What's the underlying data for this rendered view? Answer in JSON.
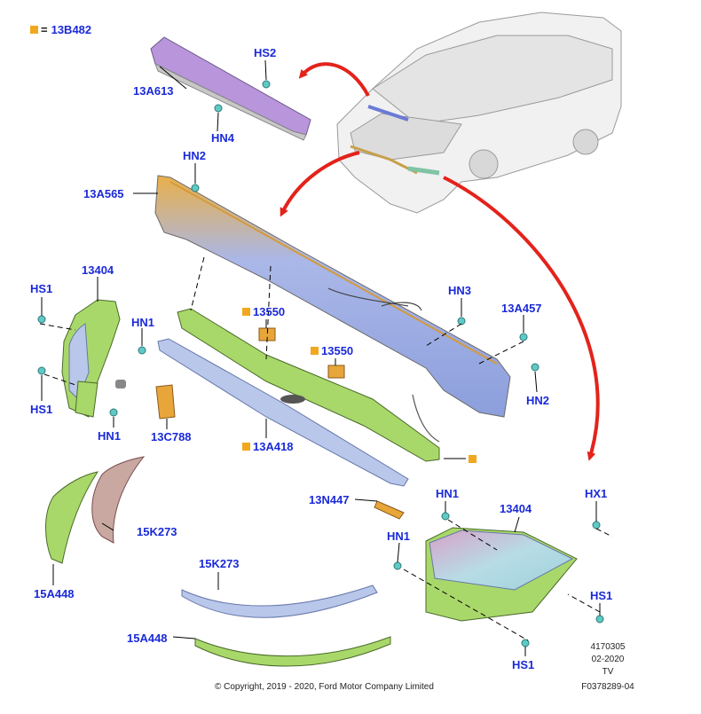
{
  "legend": {
    "symbol": "=",
    "code": "13B482"
  },
  "labels": {
    "hs2": "HS2",
    "n13a613": "13A613",
    "hn4": "HN4",
    "hn2_top": "HN2",
    "n13a565": "13A565",
    "n13404_left": "13404",
    "hs1_left_top": "HS1",
    "hn1_left": "HN1",
    "hs1_left_bottom": "HS1",
    "hn1_left_bottom": "HN1",
    "n13550_a": "13550",
    "n13550_b": "13550",
    "n13c788": "13C788",
    "n13a418": "13A418",
    "hn3": "HN3",
    "n13a457": "13A457",
    "hn2_right": "HN2",
    "n15k273_a": "15K273",
    "n15a448_a": "15A448",
    "n15k273_b": "15K273",
    "n15a448_b": "15A448",
    "n13n447": "13N447",
    "hn1_right_top": "HN1",
    "n13404_right": "13404",
    "hx1": "HX1",
    "hn1_right_mid": "HN1",
    "hs1_right": "HS1",
    "hs1_bottom": "HS1"
  },
  "footer": {
    "copyright": "© Copyright, 2019 - 2020, Ford Motor Company Limited",
    "ref1": "4170305",
    "ref2": "02-2020",
    "ref3": "TV",
    "ref4": "F0378289-04"
  },
  "colors": {
    "label": "#1a2ad8",
    "marker": "#f2a81e",
    "arrow": "#e3231b",
    "green": "#a9d86a",
    "blue": "#9ab3e3",
    "orange": "#e8a53a",
    "purple": "#b99ad9",
    "fastener": "#5fc9c6"
  }
}
